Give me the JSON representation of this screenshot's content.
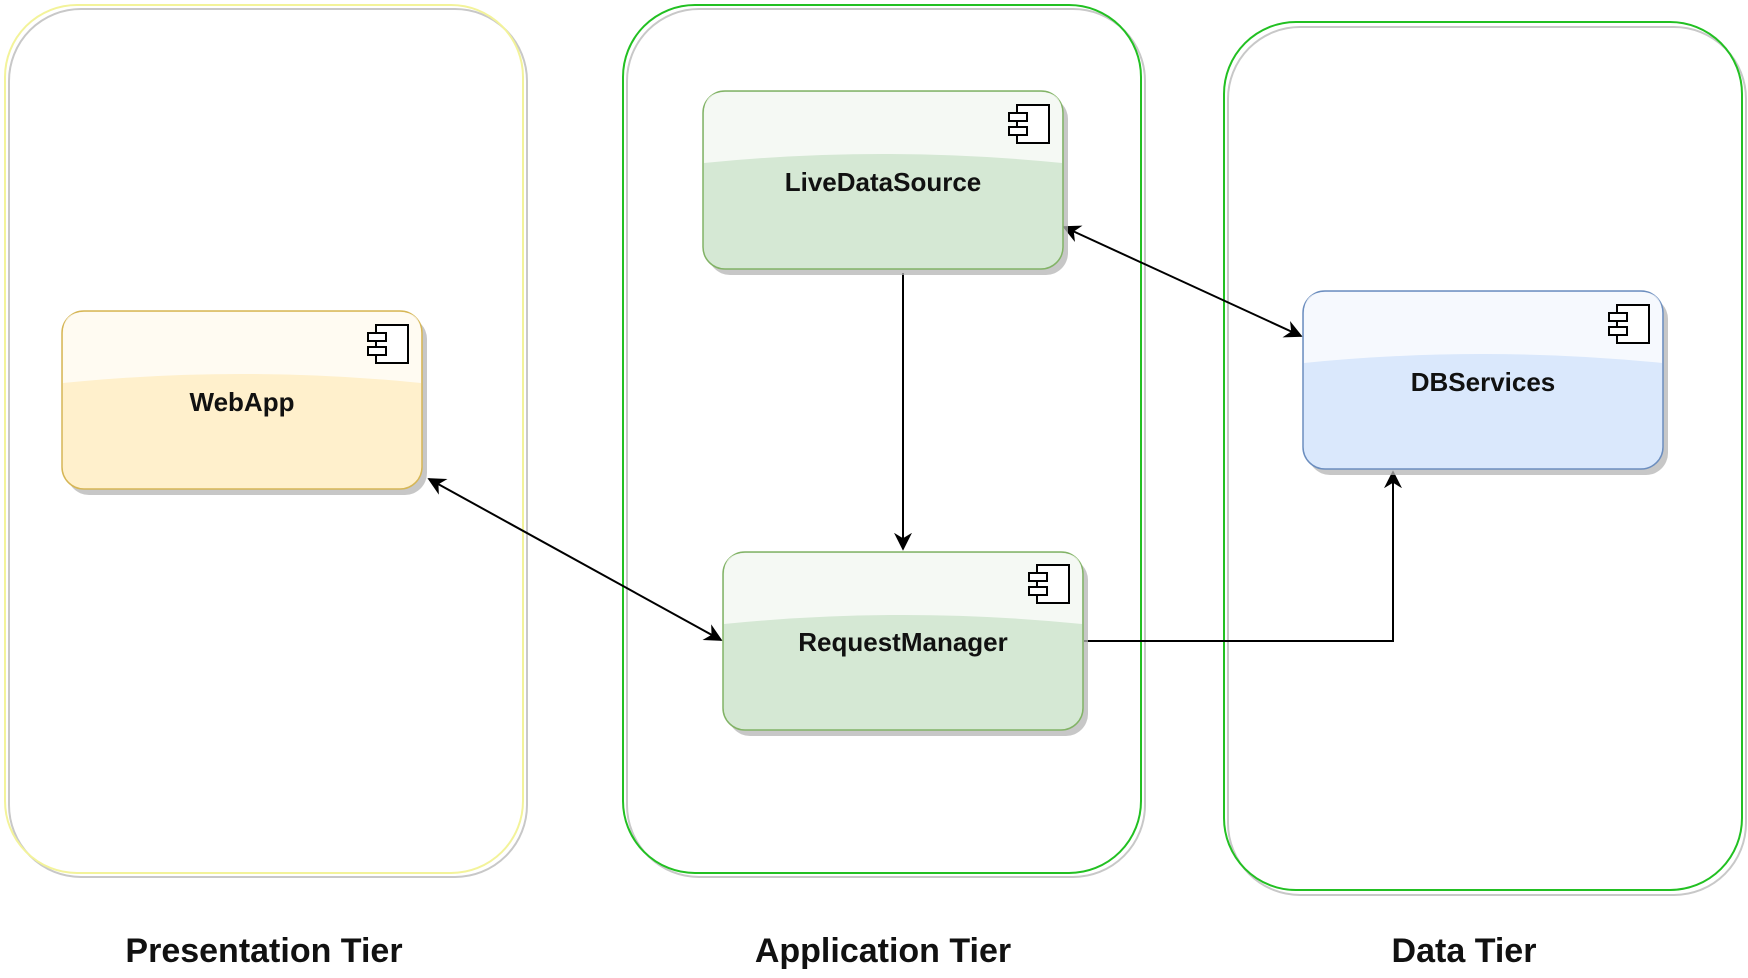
{
  "diagram": {
    "tiers": [
      {
        "id": "presentation",
        "label": "Presentation Tier",
        "border_color": "#f3f39a"
      },
      {
        "id": "application",
        "label": "Application Tier",
        "border_color": "#22c022"
      },
      {
        "id": "data",
        "label": "Data Tier",
        "border_color": "#22c022"
      }
    ],
    "components": [
      {
        "id": "webapp",
        "label": "WebApp",
        "fill_top": "#fffdf5",
        "fill_bottom": "#fff0cc",
        "stroke": "#d6b656",
        "icon": "component-icon"
      },
      {
        "id": "livedatasource",
        "label": "LiveDataSource",
        "fill_top": "#f5faf3",
        "fill_bottom": "#d5e8d4",
        "stroke": "#82b366",
        "icon": "component-icon"
      },
      {
        "id": "requestmanager",
        "label": "RequestManager",
        "fill_top": "#f5faf3",
        "fill_bottom": "#d5e8d4",
        "stroke": "#82b366",
        "icon": "component-icon"
      },
      {
        "id": "dbservices",
        "label": "DBServices",
        "fill_top": "#f4f8fe",
        "fill_bottom": "#dae8fc",
        "stroke": "#6c8ebf",
        "icon": "component-icon"
      }
    ],
    "connectors": [
      {
        "from": "webapp",
        "to": "requestmanager",
        "direction": "both"
      },
      {
        "from": "livedatasource",
        "to": "requestmanager",
        "direction": "forward"
      },
      {
        "from": "livedatasource",
        "to": "dbservices",
        "direction": "both"
      },
      {
        "from": "requestmanager",
        "to": "dbservices",
        "direction": "forward"
      }
    ]
  }
}
